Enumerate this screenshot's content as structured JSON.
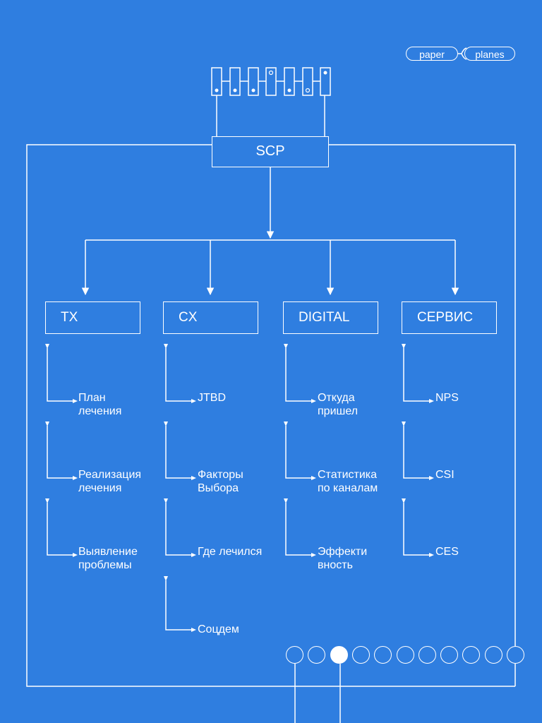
{
  "logo": {
    "word1": "paper",
    "word2": "planes"
  },
  "root": {
    "label": "SCP"
  },
  "columns": [
    {
      "label": "TX",
      "items": [
        "План\nлечения",
        "Реализация\nлечения",
        "Выявление\nпроблемы"
      ]
    },
    {
      "label": "CX",
      "items": [
        "JTBD",
        "Факторы\nВыбора",
        "Где лечился",
        "Соцдем"
      ]
    },
    {
      "label": "DIGITAL",
      "items": [
        "Откуда\nпришел",
        "Статистика\nпо каналам",
        "Эффекти\nвность"
      ]
    },
    {
      "label": "СЕРВИС",
      "items": [
        "NPS",
        "CSI",
        "CES"
      ]
    }
  ],
  "pagination": {
    "total": 11,
    "active_index": 2
  },
  "colors": {
    "background": "#2f7ee0",
    "foreground": "#ffffff"
  }
}
